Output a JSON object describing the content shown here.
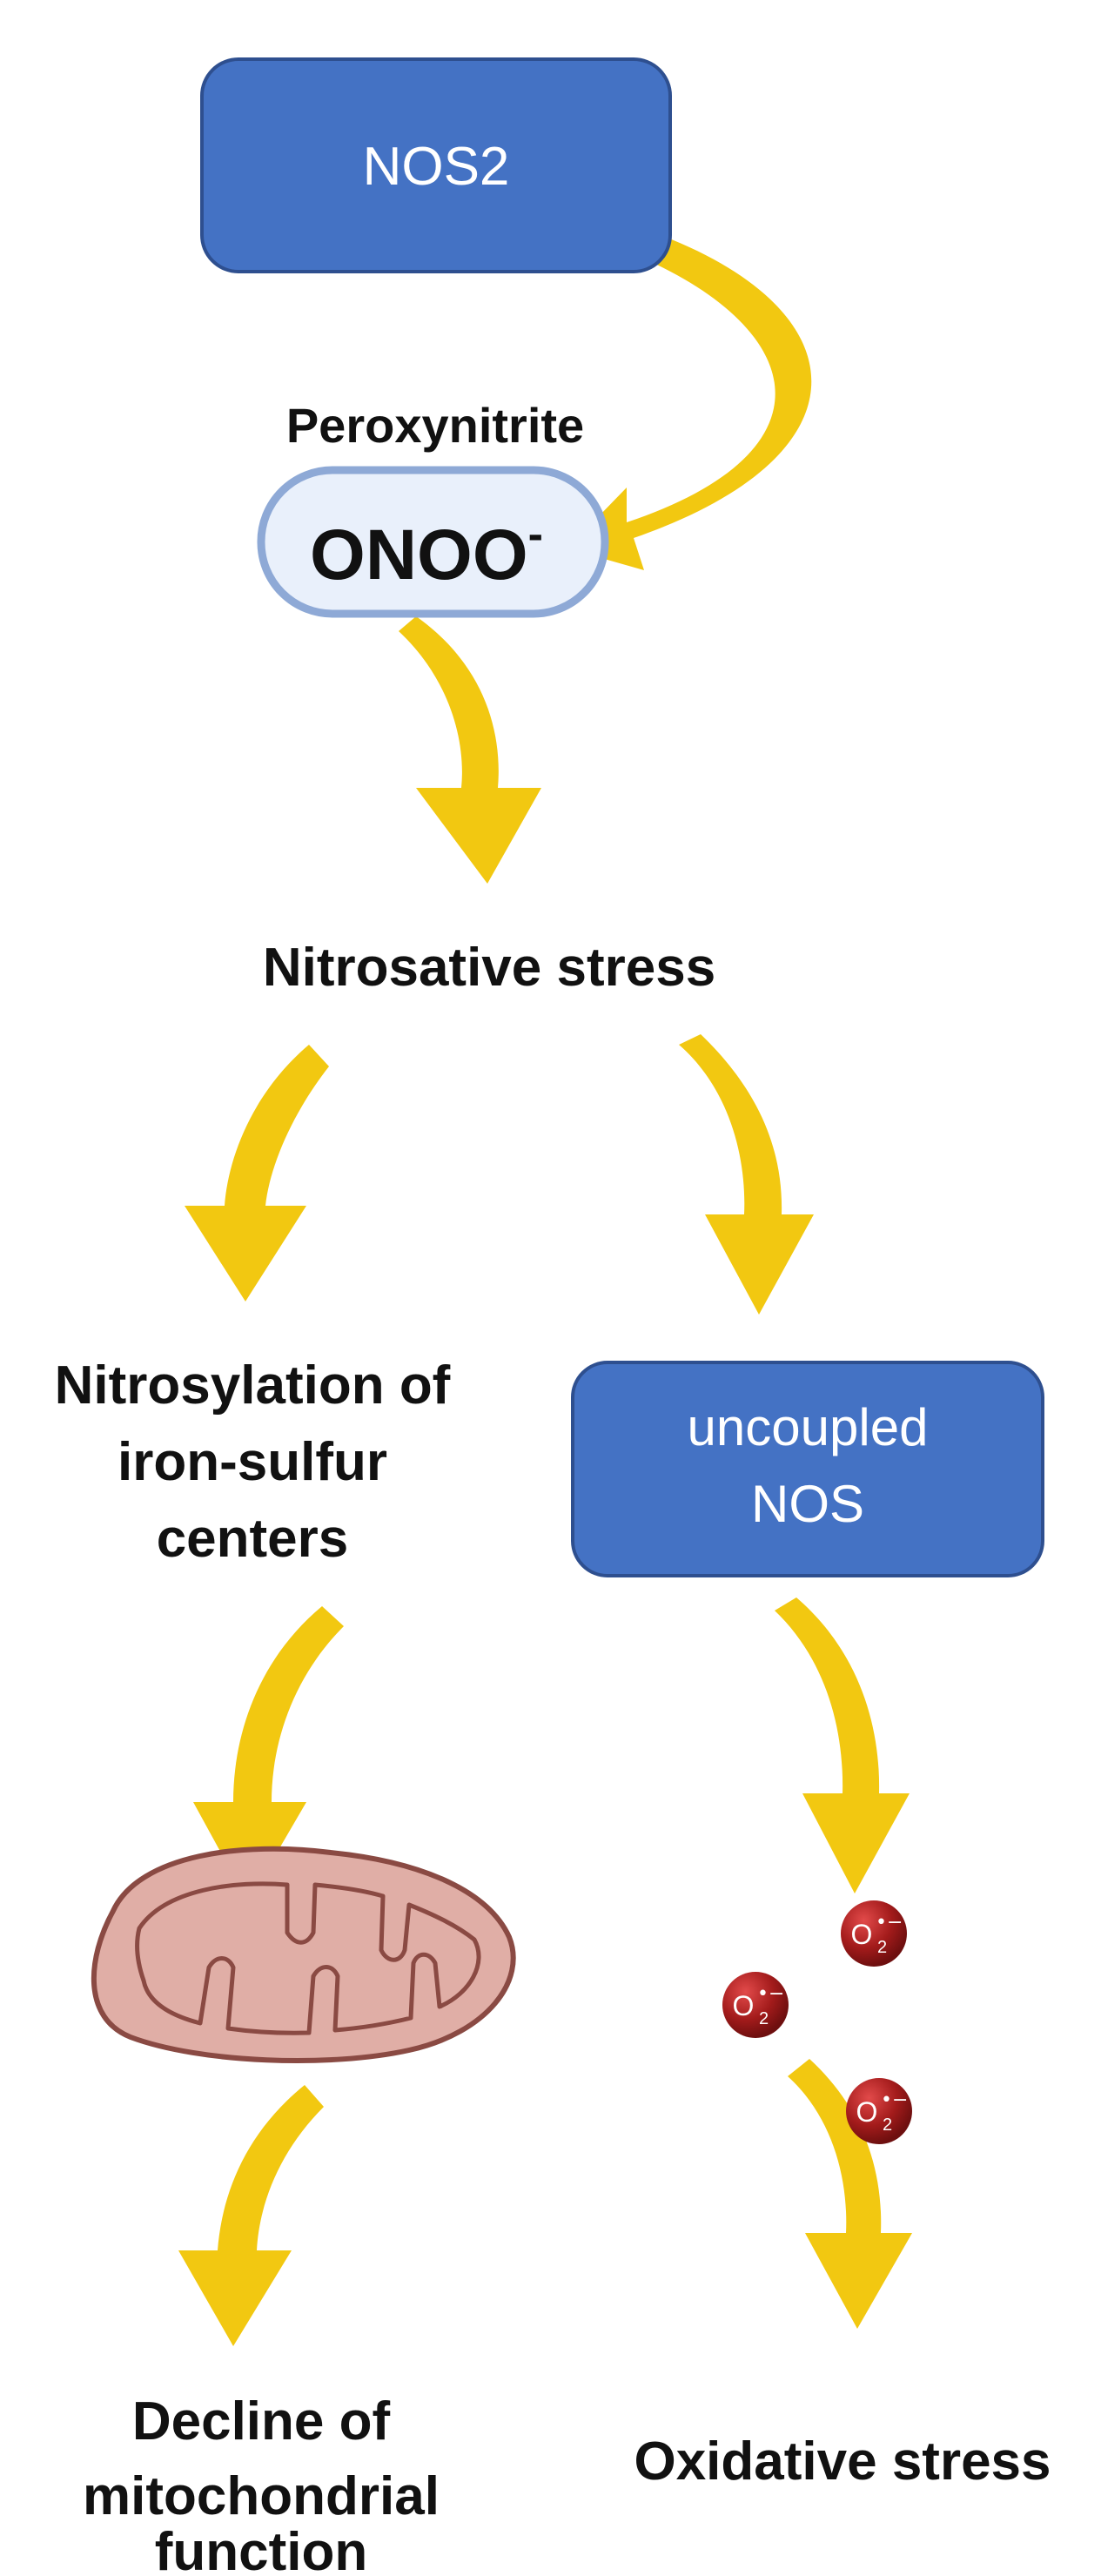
{
  "colors": {
    "box_fill": "#4472c4",
    "box_stroke": "#2e4f8f",
    "box_text": "#ffffff",
    "pill_fill": "#e9f0fb",
    "pill_stroke": "#8ea9d6",
    "arrow": "#f2c811",
    "label": "#111111",
    "mito_fill": "#e0aea6",
    "mito_stroke": "#8a4a43",
    "radical_fill": "#a31b1b"
  },
  "nodes": {
    "nos2": {
      "label": "NOS2"
    },
    "peroxynitrite": {
      "title": "Peroxynitrite",
      "formula": "ONOO",
      "charge": "-"
    },
    "nitrosative_stress": {
      "label": "Nitrosative stress"
    },
    "nitrosylation": {
      "line1": "Nitrosylation of",
      "line2": "iron-sulfur",
      "line3": "centers"
    },
    "uncoupled_nos": {
      "line1": "uncoupled",
      "line2": "NOS"
    },
    "decline": {
      "line1": "Decline of",
      "line2": "mitochondrial",
      "line3": "function"
    },
    "oxidative_stress": {
      "label": "Oxidative stress"
    }
  },
  "superoxide": {
    "symbol": "O",
    "subscript": "2",
    "superscript": "•−"
  },
  "icons": {
    "mitochondrion": "mitochondrion-icon",
    "superoxide": "superoxide-radical-icon"
  }
}
